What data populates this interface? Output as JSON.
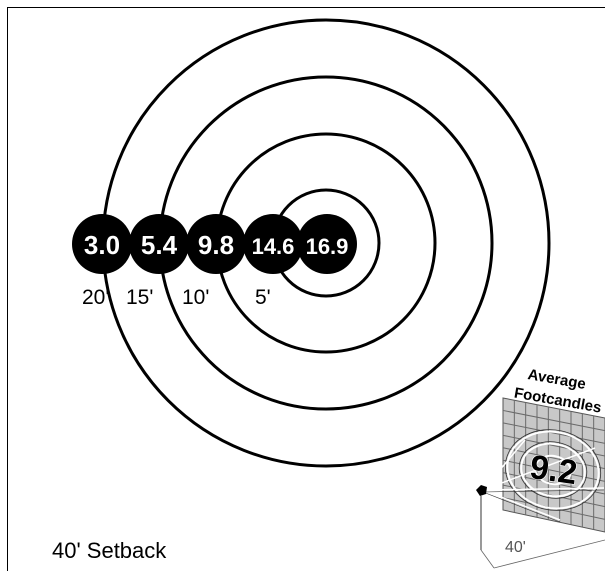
{
  "diagram": {
    "title": "40' Setback",
    "ring_color": "#000000",
    "badge_color": "#000000",
    "badge_text_color": "#ffffff",
    "readings": [
      {
        "value": "3.0"
      },
      {
        "value": "5.4"
      },
      {
        "value": "9.8"
      },
      {
        "value": "14.6"
      },
      {
        "value": "16.9"
      }
    ],
    "distance_labels": [
      "20'",
      "15'",
      "10'",
      "5'"
    ]
  },
  "inset": {
    "heading_line1": "Average",
    "heading_line2": "Footcandles",
    "average_value": "9.2",
    "distance_label": "40'",
    "fixture_icon": "light-fixture-icon"
  }
}
